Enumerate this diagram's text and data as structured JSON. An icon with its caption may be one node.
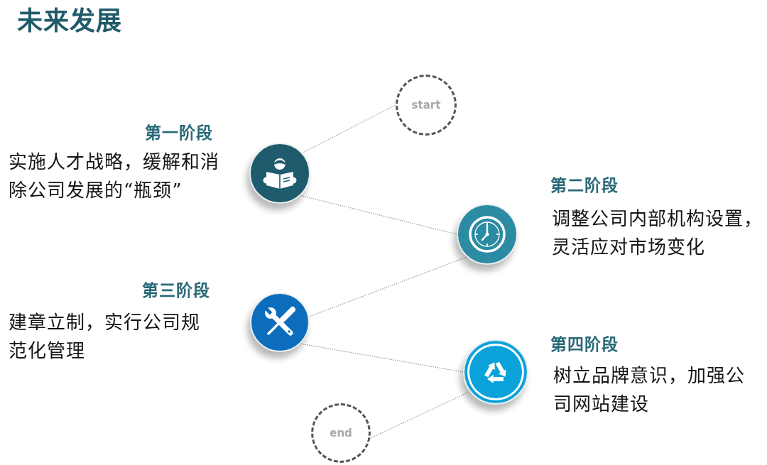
{
  "diagram": {
    "title": "未来发展",
    "nodes": [
      {
        "text": [
          "start"
        ]
      },
      {
        "text": [],
        "shape": "circle",
        "beside": [
          "第一阶段",
          "实施人才战略，缓解和消除公司发展的“瓶颈”"
        ]
      },
      {
        "text": [],
        "shape": "circle",
        "beside": [
          "第二阶段",
          "调整公司内部机构设置，灵活应对市场变化"
        ]
      },
      {
        "text": [],
        "shape": "circle",
        "beside": [
          "第三阶段",
          "建章立制，实行公司规范化管理"
        ]
      },
      {
        "text": [],
        "shape": "circle",
        "beside": [
          "第四阶段",
          "树立品牌意识，加强公司网站建设"
        ]
      },
      {
        "text": [
          "end"
        ]
      }
    ],
    "edges": [
      {
        "from": 0,
        "to": 1,
        "arrow": "none"
      },
      {
        "from": 1,
        "to": 2,
        "arrow": "none"
      },
      {
        "from": 2,
        "to": 3,
        "arrow": "none"
      },
      {
        "from": 3,
        "to": 4,
        "arrow": "none"
      },
      {
        "from": 4,
        "to": 5,
        "arrow": "none"
      }
    ]
  }
}
